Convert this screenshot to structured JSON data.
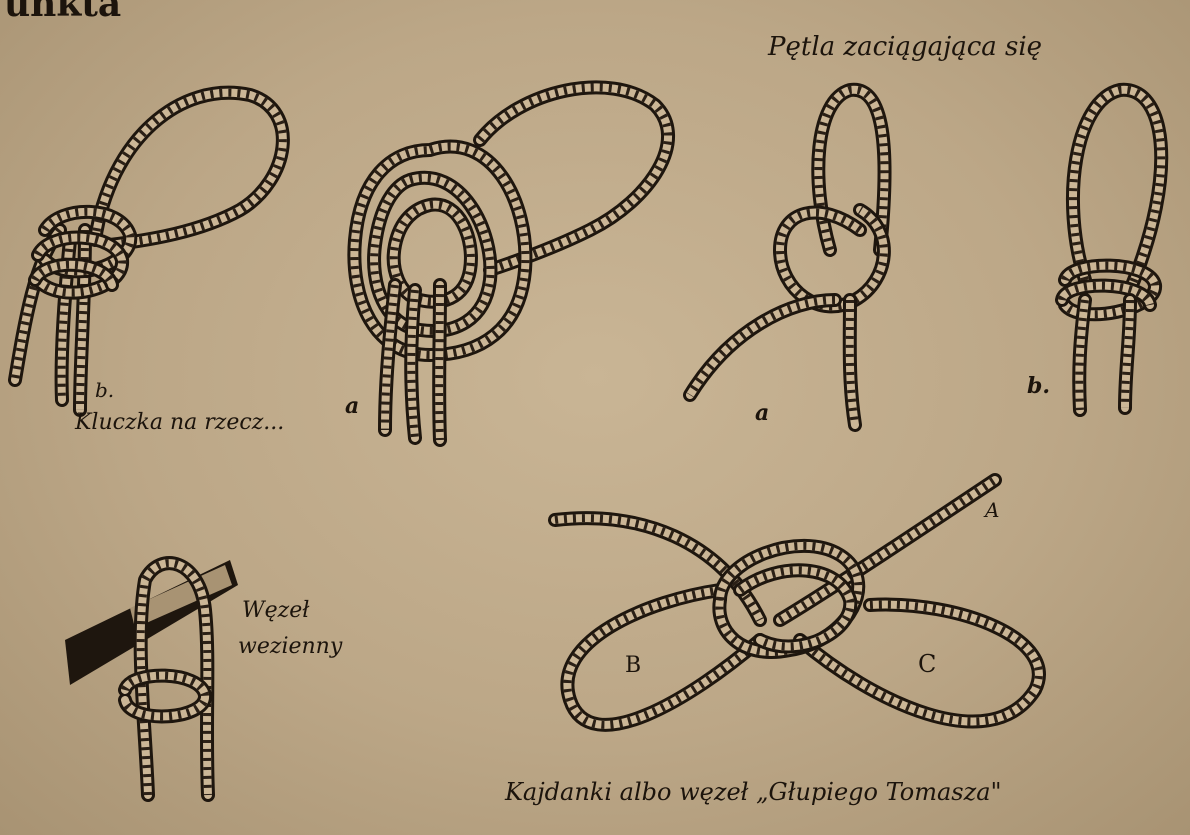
{
  "header_fragment": "unkta",
  "labels": {
    "top_right_title": "Pętla zaciągająca się",
    "knot1_letter": "b.",
    "knot1_name": "Kluczka na rzecz...",
    "knot2_letter": "a",
    "knot3_letter": "a",
    "knot4_letter": "b.",
    "rail_knot_name_line1": "Węzeł",
    "rail_knot_name_line2": "wezienny",
    "handcuff_letter_a": "A",
    "handcuff_letter_b": "B",
    "handcuff_letter_c": "C",
    "handcuff_caption": "Kajdanki albo węzeł „Głupiego Tomasza\""
  },
  "colors": {
    "paper": "#c1ac8c",
    "ink": "#1e160e"
  }
}
